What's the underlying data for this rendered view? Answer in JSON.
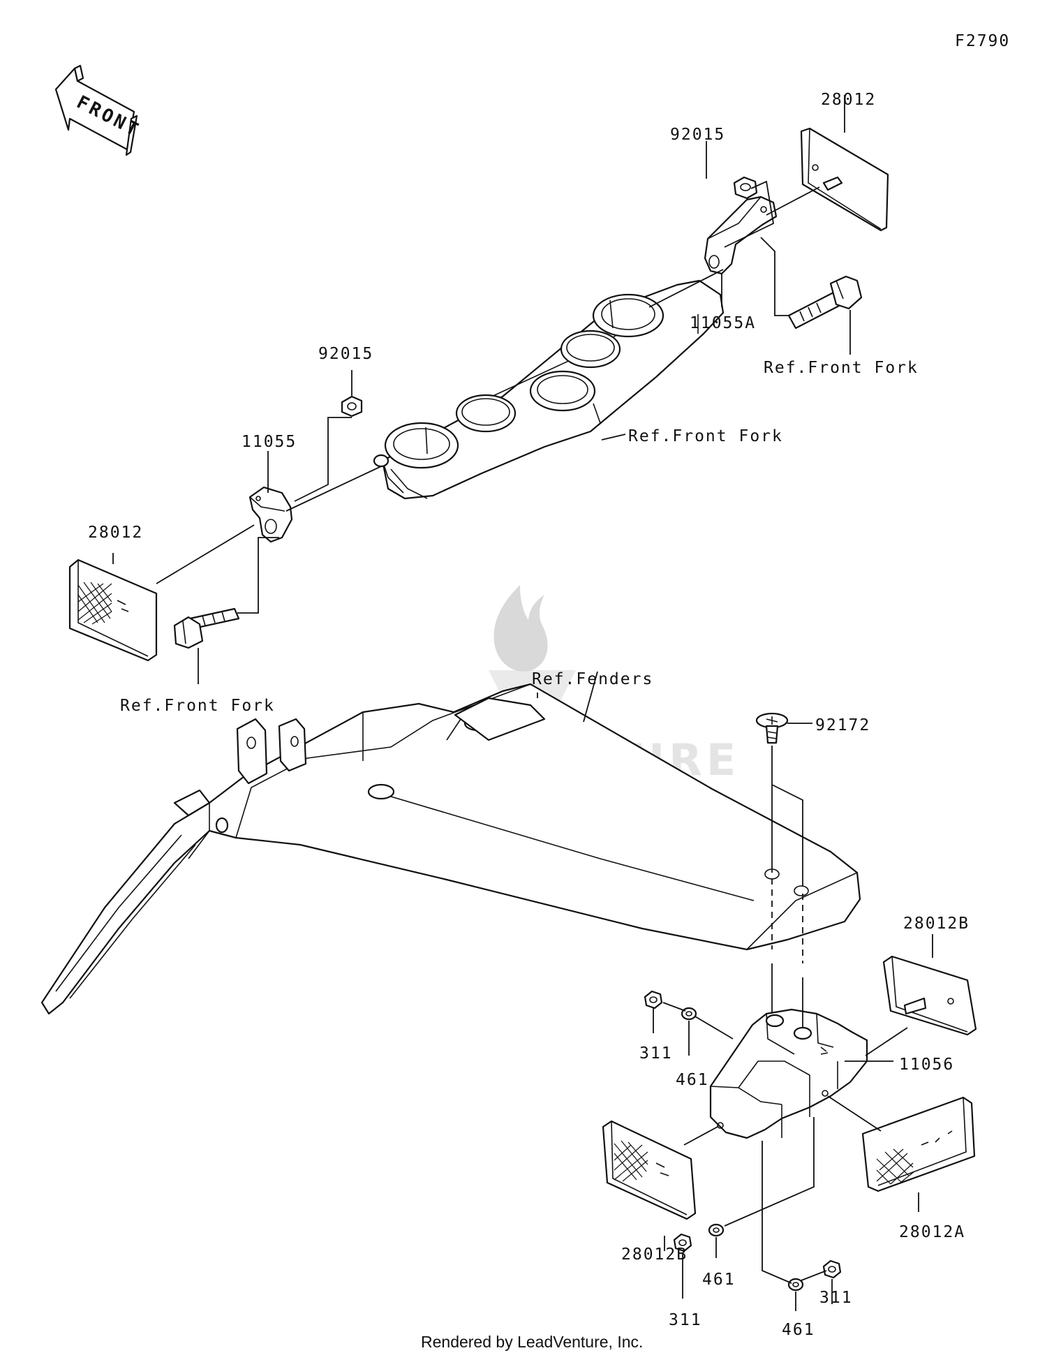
{
  "diagram_id": "F2790",
  "front_indicator": "FRONT",
  "watermark": "LEADVENTURE",
  "labels": {
    "p28012_top": "28012",
    "p92015_top": "92015",
    "p11055a": "11055A",
    "ref_front_fork_bolt_right": "Ref.Front Fork",
    "ref_front_fork_bracket": "Ref.Front Fork",
    "p92015_mid": "92015",
    "p11055": "11055",
    "p28012_left": "28012",
    "ref_front_fork_bolt_left": "Ref.Front Fork",
    "ref_fenders": "Ref.Fenders",
    "p92172": "92172",
    "p28012b_right": "28012B",
    "p11056": "11056",
    "p311_upper": "311",
    "p461_upper": "461",
    "p28012b_left": "28012B",
    "p28012a": "28012A",
    "p461_lower_left": "461",
    "p311_lower_left": "311",
    "p461_lower_right": "461",
    "p311_lower_right": "311"
  },
  "footer": "Rendered by LeadVenture, Inc."
}
